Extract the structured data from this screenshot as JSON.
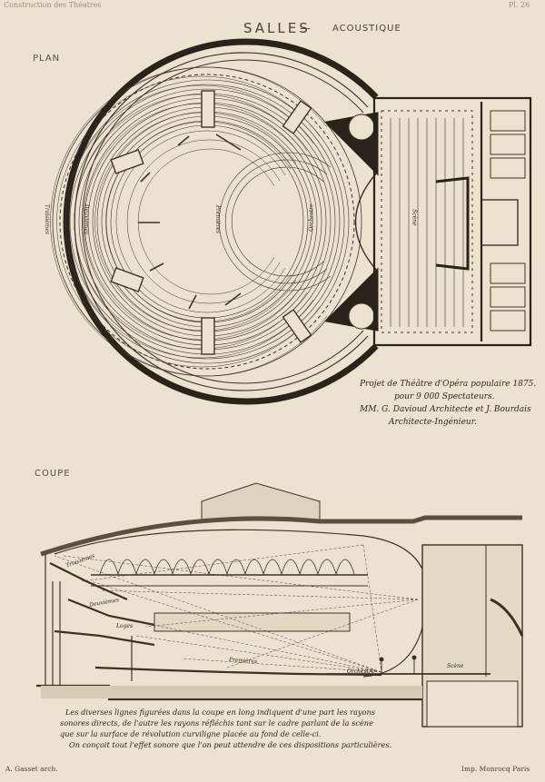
{
  "header": {
    "left": "Construction des Théatres",
    "right": "Pl. 26"
  },
  "title": {
    "main": "SALLES",
    "dash": "—",
    "sub": "ACOUSTIQUE"
  },
  "sections": {
    "plan": "PLAN",
    "coupe": "COUPE"
  },
  "plan_labels": {
    "premieres": "Premières",
    "orchestre": "Orchestre",
    "scene": "Scène",
    "deuxiemes": "Deuxièmes",
    "troisiemes": "Troisièmes"
  },
  "project_note": {
    "line1": "Projet de Théâtre d'Opéra populaire 1875.",
    "line2": "pour 9 000 Spectateurs.",
    "line3": "MM. G. Davioud Architecte et J. Bourdais",
    "line4": "Architecte-Ingénieur."
  },
  "coupe_labels": {
    "troisiemes": "Troisièmes",
    "deuxiemes": "Deuxièmes",
    "loges": "Loges",
    "premieres": "Premières",
    "orchestre": "Orchestre",
    "scene": "Scène"
  },
  "caption": {
    "line1": "Les diverses lignes figurées dans la coupe en long indiquent d'une part les rayons",
    "line2": "sonores directs, de l'autre les rayons réfléchis tant sur le cadre parlant de la scène",
    "line3": "que sur la surface de révolution curviligne placée au fond de celle-ci.",
    "line4": "On conçoit tout l'effet sonore que l'on peut attendre de ces dispositions particulières."
  },
  "footer": {
    "left": "A. Gasset arch.",
    "right": "Imp. Monrocq Paris"
  }
}
